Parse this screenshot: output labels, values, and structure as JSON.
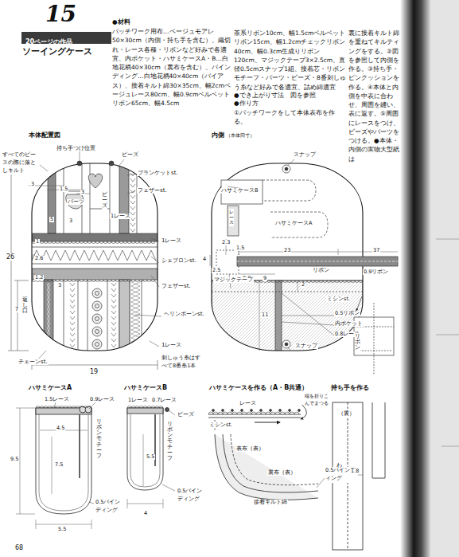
{
  "diagram": {
    "title": "ソーイングケース",
    "nodes": [
      {
        "text": [
          "20ページの作品"
        ]
      }
    ],
    "labels": [
      "15",
      "●材料",
      "パッチワーク用布…ベージュモアレ50×30cm（内側・持ち手を含む）、織切れ・レース各種・リボンなど好みで各適宜、内ポケット・ハサミケースA・B…白地花柄40×30cm（裏布を含む）、バインディング…白地花柄40×40cm（バイアス）、接着キルト綿30×35cm、幅2cmベージュレース80cm、幅0.9cmベルベットリボン65cm、幅4.5cm",
      "茶系リボン10cm、幅1.5cmベルベットリボン15cm、幅1.2cmチェックリボン40cm、幅0.3cm生成りリボン120cm、マジックテープ3×2.5cm、直径0.5cmスナップ1組、接着芯・リボンモチーフ・パーツ・ビーズ・8番刺しゅう糸など好みで各適宜、詰め綿適宜",
      "●でき上がり寸法　図を参照",
      "●作り方",
      "①パッチワークをして本体表布を作る。",
      "裏に接着キルト綿を重ねてキルティングをする。②図を参照して内側を作る。③持ち手・ピンクッションを作る。④本体と内側を中表に合わせ、周囲を縫い、表に返す。⑤周囲にレースをつけ、ビーズやパーツをつける。●本体・内側の実物大型紙は",
      "本体配置図",
      "すべてのピースの際に落としキルト",
      "持ち手つけ位置",
      "ビーズ",
      "ブランケットst.",
      "フェザーst.",
      "パーツ",
      "ビーズ",
      "1レース",
      "1レース",
      "シェブロンst.",
      "フェザーst.",
      "ヘリンボーンst.",
      "1レース",
      "刺しゅう糸はすべて8番糸1本",
      "チェーンst.",
      "3",
      "1.5",
      "3",
      "5",
      "3",
      "1",
      "2.6",
      "1.2",
      "26",
      "7",
      "返し口",
      "19",
      "3",
      "内側",
      "（本体同寸）",
      "スナップ",
      "ハサミケースB",
      "ハサミケースA",
      "レース",
      "2.3",
      "1.5",
      "4",
      "2.5",
      "23",
      "リボン",
      "37",
      "0.9リボン",
      "0.9",
      "9",
      "マジックテープ",
      "2",
      "11",
      "0.5リボン",
      "内ポケット",
      "0.8レース",
      "スナップ",
      "ミシンst.",
      "リボン",
      "ハサミケースA",
      "1.5レース",
      "0.9レース",
      "4.5",
      "リボンモチーフ",
      "9.5",
      "7.5",
      "0.5バインディング",
      "5.5",
      "ハサミケースB",
      "1レース",
      "0.7レース",
      "ビーズ",
      "リボンモチーフ",
      "5.5",
      "0.5バインディング",
      "4",
      "ハサミケースを作る（A・B共通）",
      "レース",
      "端を折りこんでまつる",
      "ミシンst.",
      "表布（表）",
      "裏布（表）",
      "接着キルト綿",
      "0.5バインディング",
      "持ち手を作る",
      "（裏）",
      "わ",
      "1.8",
      "68"
    ]
  }
}
